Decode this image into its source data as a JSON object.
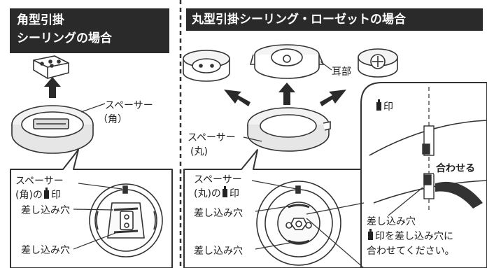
{
  "left_panel": {
    "title_line1": "角型引掛",
    "title_line2": "シーリングの場合",
    "spacer_label": "スペーサー",
    "spacer_sub": "（角）",
    "callout_line1": "スペーサー",
    "callout_line2_pre": "(角)の",
    "callout_line2_post": "印",
    "slot1": "差し込み穴",
    "slot2": "差し込み穴"
  },
  "right_panel": {
    "title": "丸型引掛シーリング・ローゼットの場合",
    "ear_label": "耳部",
    "spacer_label": "スペーサー",
    "spacer_sub": "(丸)",
    "callout_line1": "スペーサー",
    "callout_line2_pre": "(丸)の",
    "callout_line2_post": "印",
    "slot1": "差し込み穴",
    "slot2": "差し込み穴"
  },
  "detail_panel": {
    "mark_label": "印",
    "align_label": "合わせる",
    "slot_label": "差し込み穴",
    "instruction_line1_post": "印を差し込み穴に",
    "instruction_line2": "合わせてください。"
  }
}
